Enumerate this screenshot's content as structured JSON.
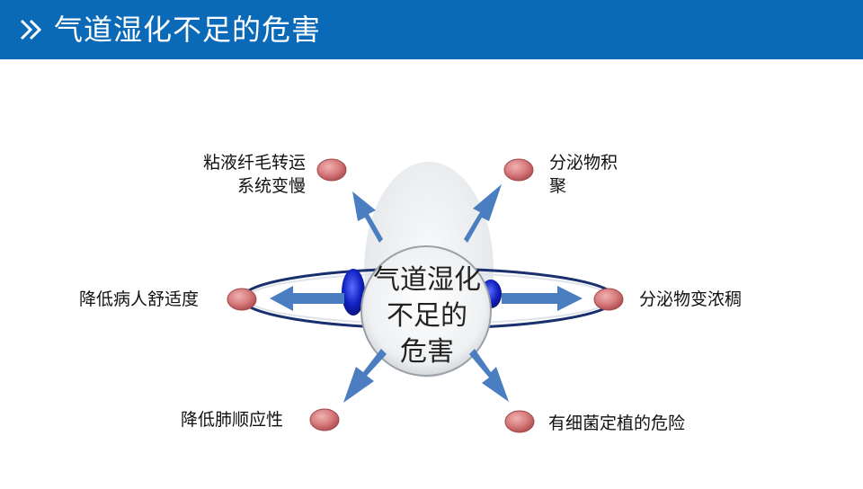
{
  "header": {
    "title": "气道湿化不足的危害",
    "icon": "double-chevron-right-icon",
    "background": "#0b6ab8"
  },
  "diagram": {
    "center": [
      "气道湿化",
      "不足的",
      "危害"
    ],
    "outcomes": {
      "top_left": [
        "粘液纤毛转运",
        "系统变慢"
      ],
      "top_right": [
        "分泌物积",
        "聚"
      ],
      "middle_left": [
        "降低病人舒适度"
      ],
      "middle_right": [
        "分泌物变浓稠"
      ],
      "bottom_left": [
        "降低肺顺应性"
      ],
      "bottom_right": [
        "有细菌定植的危险"
      ]
    },
    "colors": {
      "arrow": "#4a7ec0",
      "node": "#c86466",
      "ring": "#1a2f6e",
      "blob": "#1020c0"
    }
  }
}
